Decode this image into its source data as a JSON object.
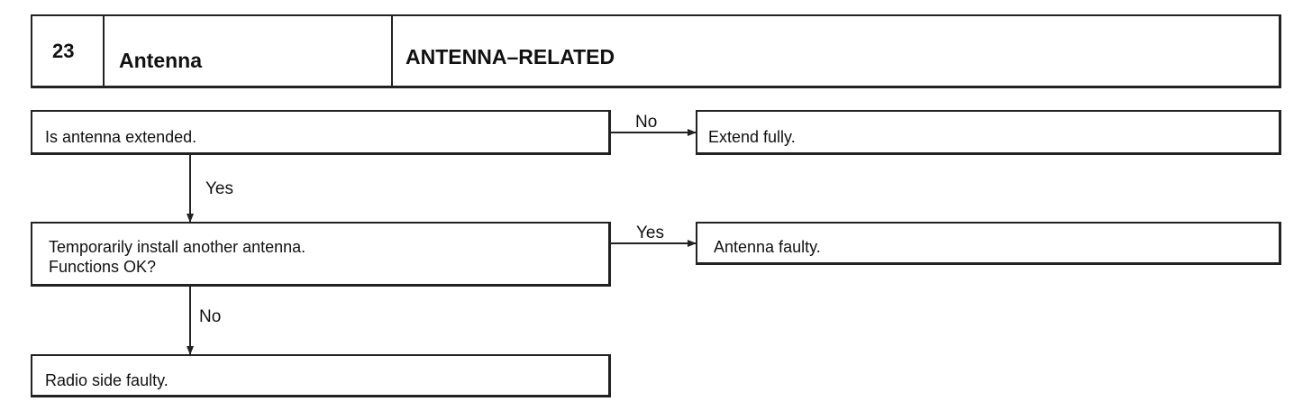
{
  "header": {
    "number": "23",
    "component": "Antenna",
    "title": "ANTENNA–RELATED"
  },
  "steps": {
    "q1": {
      "text": "Is antenna extended."
    },
    "r1": {
      "text": "Extend fully."
    },
    "q2": {
      "line1": "Temporarily install another antenna.",
      "line2": "Functions OK?"
    },
    "r2": {
      "text": "Antenna faulty."
    },
    "r3": {
      "text": "Radio side faulty."
    }
  },
  "edges": {
    "q1_to_r1": "No",
    "q1_to_q2": "Yes",
    "q2_to_r2": "Yes",
    "q2_to_r3": "No"
  }
}
